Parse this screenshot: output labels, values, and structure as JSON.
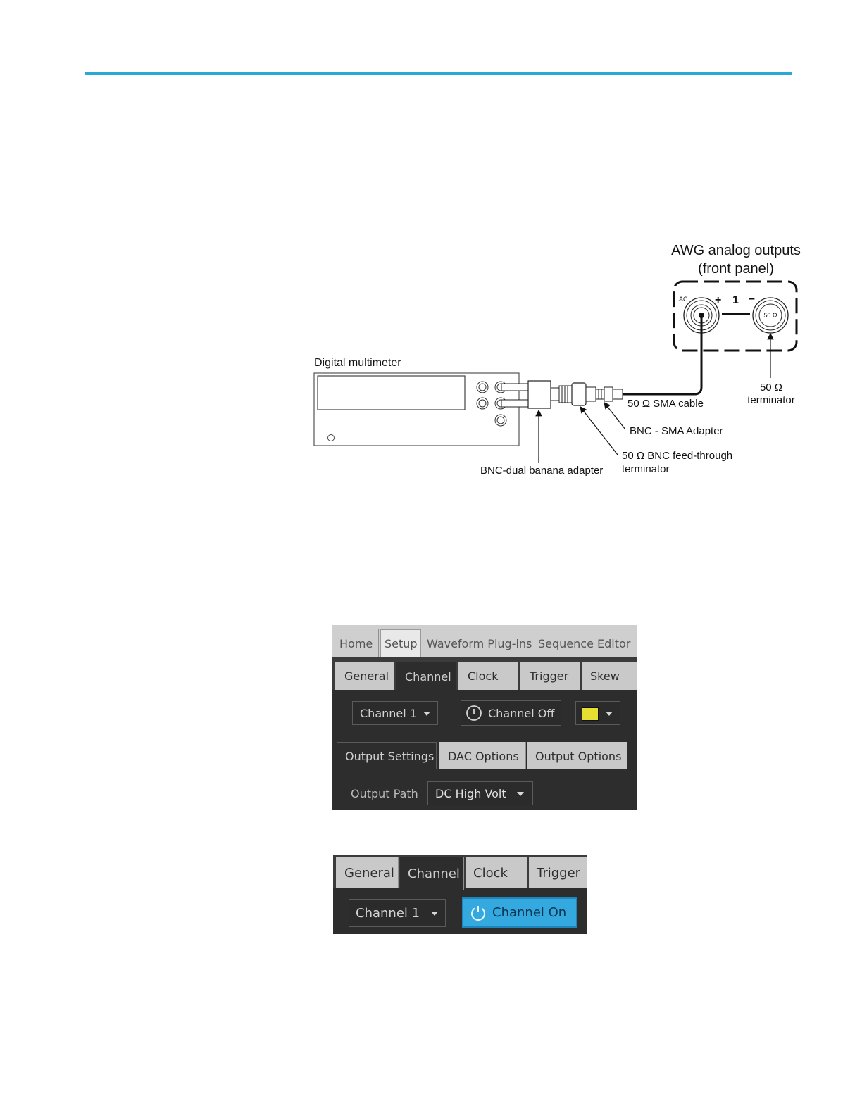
{
  "diagram": {
    "awg_title_line1": "AWG analog outputs",
    "awg_title_line2": "(front panel)",
    "ac_label": "AC",
    "plus_label": "+",
    "channel_number": "1",
    "minus_label": "–",
    "terminator_marking": "50 Ω",
    "multimeter_label": "Digital multimeter",
    "sma_cable_label": "50 Ω SMA cable",
    "terminator_label_line1": "50 Ω",
    "terminator_label_line2": "terminator",
    "bnc_sma_adapter_label": "BNC - SMA  Adapter",
    "feedthrough_label_line1": "50 Ω  BNC feed-through",
    "feedthrough_label_line2": "terminator",
    "banana_adapter_label": "BNC-dual banana adapter"
  },
  "screenshot1": {
    "top_tabs": [
      "Home",
      "Setup",
      "Waveform Plug-ins",
      "Sequence Editor"
    ],
    "sub_tabs": [
      "General",
      "Channel",
      "Clock",
      "Trigger",
      "Skew"
    ],
    "channel_select": "Channel 1",
    "channel_button": "Channel Off",
    "color_swatch": "#e6e032",
    "section_tabs": [
      "Output Settings",
      "DAC Options",
      "Output Options"
    ],
    "output_path_label": "Output Path",
    "output_path_value": "DC High Volt"
  },
  "screenshot2": {
    "sub_tabs": [
      "General",
      "Channel",
      "Clock",
      "Trigger"
    ],
    "channel_select": "Channel 1",
    "channel_button": "Channel On",
    "on_color": "#33a9e0"
  },
  "colors": {
    "accent_rule": "#2aa9d6"
  }
}
